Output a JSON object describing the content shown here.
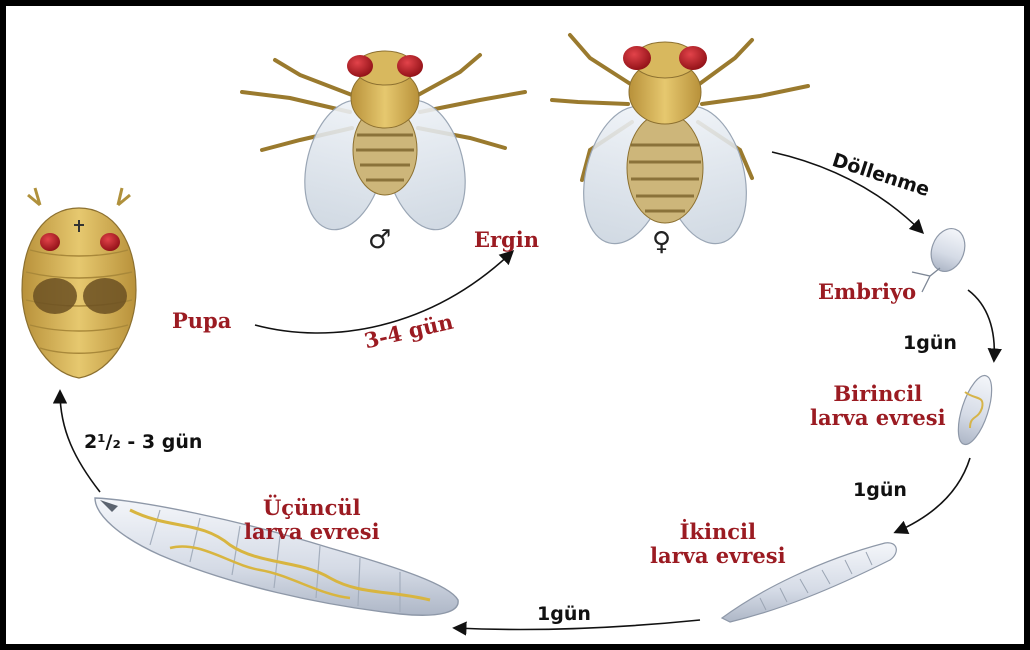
{
  "stages": {
    "adult": "Ergin",
    "fertilization": "Döllenme",
    "embryo": "Embriyo",
    "first_larva": [
      "Birincil",
      "larva evresi"
    ],
    "second_larva": [
      "İkincil",
      "larva evresi"
    ],
    "third_larva": [
      "Üçüncül",
      "larva evresi"
    ],
    "pupa": "Pupa"
  },
  "durations": {
    "embryo_to_first": "1gün",
    "first_to_second": "1gün",
    "second_to_third": "1gün",
    "third_to_pupa": "2¹/₂ - 3 gün",
    "pupa_to_adult": "3-4 gün"
  },
  "symbols": {
    "male": "♂",
    "female": "♀"
  },
  "icons": [
    "male-fly-icon",
    "female-fly-icon",
    "egg-icon",
    "larva-icon",
    "pupa-icon"
  ],
  "colors": {
    "label_red": "#9b1b22",
    "label_black": "#111111",
    "body_tan": "#d9b75a",
    "eye_red": "#b3141c",
    "wing": "#dfe6ee"
  }
}
